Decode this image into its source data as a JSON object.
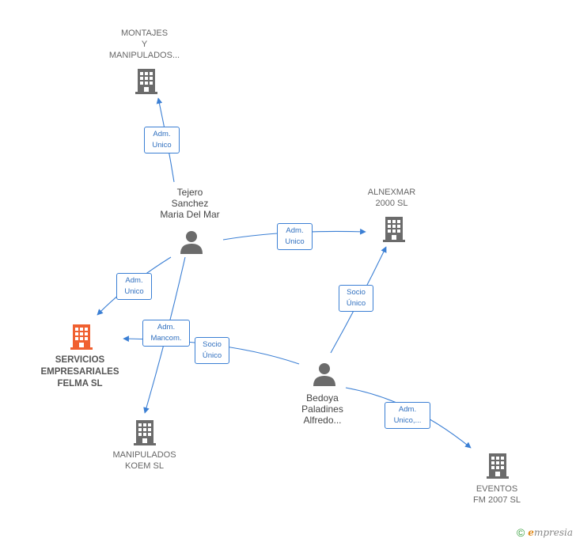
{
  "nodes": {
    "montajes": {
      "lines": [
        "MONTAJES",
        "Y",
        "MANIPULADOS..."
      ]
    },
    "alnexmar": {
      "lines": [
        "ALNEXMAR",
        "2000  SL"
      ]
    },
    "servicios": {
      "lines": [
        "SERVICIOS",
        "EMPRESARIALES",
        "FELMA  SL"
      ]
    },
    "koem": {
      "lines": [
        "MANIPULADOS",
        "KOEM SL"
      ]
    },
    "eventos": {
      "lines": [
        "EVENTOS",
        "FM 2007  SL"
      ]
    },
    "tejero": {
      "lines": [
        "Tejero",
        "Sanchez",
        "Maria Del Mar"
      ]
    },
    "bedoya": {
      "lines": [
        "Bedoya",
        "Paladines",
        "Alfredo..."
      ]
    }
  },
  "edges": {
    "tejero_montajes": [
      "Adm.",
      "Unico"
    ],
    "tejero_alnexmar": [
      "Adm.",
      "Unico"
    ],
    "tejero_servicios": [
      "Adm.",
      "Unico"
    ],
    "tejero_koem": [
      "Adm.",
      "Mancom."
    ],
    "bedoya_servicios": [
      "Socio",
      "Único"
    ],
    "bedoya_alnexmar": [
      "Socio",
      "Único"
    ],
    "bedoya_eventos": [
      "Adm.",
      "Unico,..."
    ]
  },
  "colors": {
    "edge": "#3b7fd4",
    "company_icon": "#6b6b6b",
    "focus_icon": "#f06030",
    "person_icon": "#6b6b6b"
  },
  "watermark": {
    "symbol": "©",
    "brand_initial": "e",
    "brand_rest": "mpresia"
  }
}
